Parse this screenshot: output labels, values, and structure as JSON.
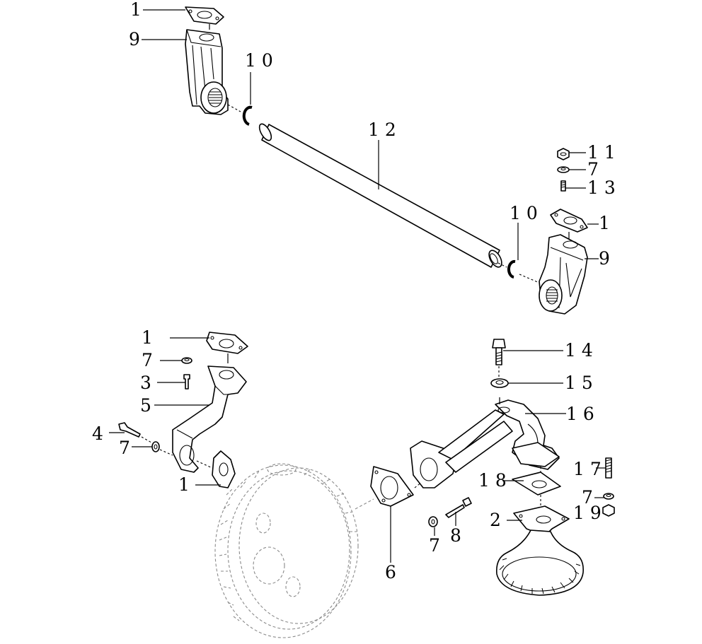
{
  "labels": {
    "top_left_gasket": "1",
    "top_left_bracket": "9",
    "top_left_oring": "1 0",
    "tube": "1 2",
    "right_nut": "1 1",
    "right_washer": "7",
    "right_stud": "1 3",
    "right_oring": "1 0",
    "right_gasket": "1",
    "right_bracket": "9",
    "left_gasket_top": "1",
    "left_washer_top": "7",
    "left_screw": "3",
    "left_pipe": "5",
    "left_bolt": "4",
    "left_washer_bottom": "7",
    "left_gasket_bottom": "1",
    "flange_gasket": "6",
    "bottom_washer": "7",
    "bottom_bolt": "8",
    "right_top_bolt": "1 4",
    "right_top_washer": "1 5",
    "elbow_pipe": "1 6",
    "strainer_gasket": "1 8",
    "strainer_stud": "1 7",
    "strainer_washer": "7",
    "strainer_nut": "1 9",
    "strainer": "2"
  },
  "colors": {
    "ink": "#000000",
    "ghost": "#8a8a8a",
    "paper": "#ffffff"
  }
}
